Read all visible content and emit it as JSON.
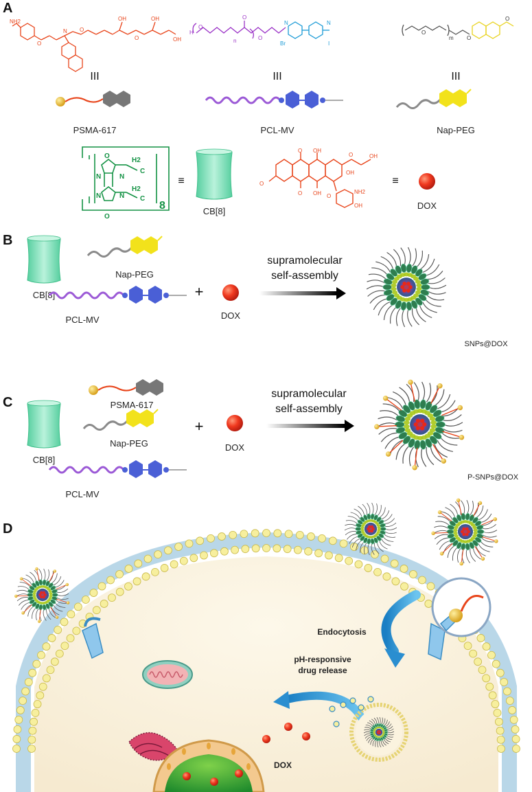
{
  "panels": {
    "a": "A",
    "b": "B",
    "c": "C",
    "d": "D"
  },
  "equiv": {
    "triple": "III",
    "identical": "≡"
  },
  "labels": {
    "psma": "PSMA-617",
    "pclmv": "PCL-MV",
    "nappeg": "Nap-PEG",
    "cb8": "CB[8]",
    "dox": "DOX",
    "plus": "+",
    "arrow_line1": "supramolecular",
    "arrow_line2": "self-assembly",
    "snps": "SNPs@DOX",
    "psnps": "P-SNPs@DOX",
    "endocytosis": "Endocytosis",
    "release_line1": "pH-responsive",
    "release_line2": "drug release"
  },
  "chem": {
    "oh": "OH",
    "o": "O",
    "nh2": "NH2",
    "n": "N",
    "h": "H",
    "n_sub": "n",
    "m_sub": "m",
    "br": "Br",
    "i": "I",
    "h2": "H2",
    "c": "C",
    "eight": "8"
  },
  "colors": {
    "psma": "#e8441a",
    "pcl": "#9b59d6",
    "mv": "#4a5fd6",
    "nap": "#f2e21b",
    "peg": "#8a8a8a",
    "cb8": "#7fe3bd",
    "dox": "#e8281a",
    "gold": "#f0b820",
    "membrane_head": "#f7ef9e",
    "cytoplasm": "#fbf3df",
    "nucleus": "#2fa63a"
  }
}
